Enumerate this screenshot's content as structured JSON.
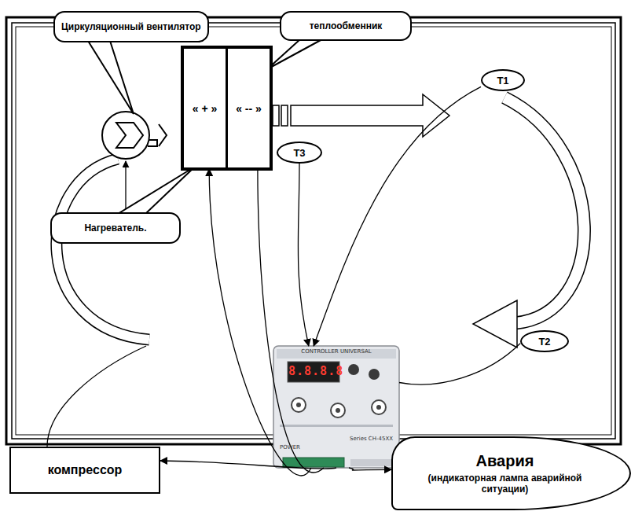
{
  "diagram": {
    "nodes": [
      {
        "text": [
          "Циркуляционный вентилятор"
        ]
      },
      {
        "text": [
          "теплообменник"
        ]
      },
      {
        "text": [
          "T1"
        ]
      },
      {
        "text": [
          "« + »"
        ]
      },
      {
        "text": [
          "« -- »"
        ]
      },
      {
        "text": [
          "T3"
        ]
      },
      {
        "text": [
          "Нагреватель."
        ]
      },
      {
        "text": [
          "T2"
        ]
      },
      {
        "text": [
          "CONTROLLER UNIVERSAL",
          "Series CH-45XX",
          "POWER"
        ]
      },
      {
        "text": [
          "компрессор"
        ]
      },
      {
        "text": [
          "Авария",
          "(индикаторная лампа аварийной ситуации)"
        ]
      }
    ],
    "edges": [
      {
        "from": 5,
        "to": 8,
        "arrow": "to"
      },
      {
        "from": 2,
        "to": 8,
        "arrow": "to"
      },
      {
        "from": 7,
        "to": 8,
        "arrow": "none"
      },
      {
        "from": 8,
        "to": 9,
        "arrow": "to"
      },
      {
        "from": 8,
        "to": 10,
        "arrow": "to"
      },
      {
        "from": 8,
        "to": 3,
        "arrow": "to"
      },
      {
        "from": 8,
        "to": 4,
        "arrow": "none"
      }
    ],
    "labels": [
      "8.8.8.8"
    ]
  }
}
